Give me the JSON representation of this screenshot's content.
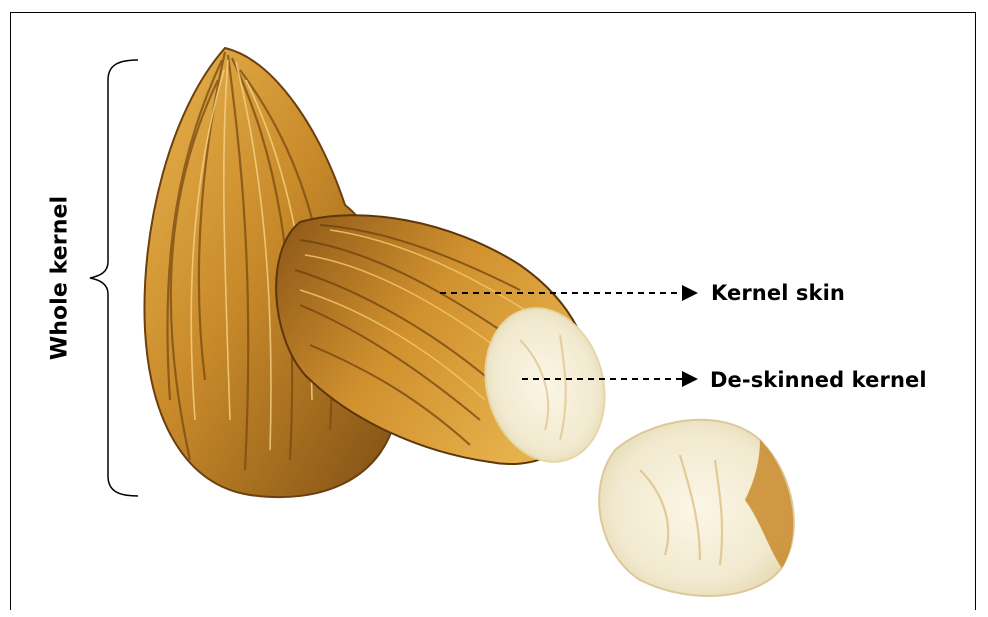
{
  "diagram": {
    "labels": {
      "whole_kernel": "Whole kernel",
      "kernel_skin": "Kernel skin",
      "deskinned_kernel": "De-skinned kernel"
    },
    "colors": {
      "skin_dark": "#7a4a12",
      "skin_mid": "#c27f22",
      "skin_light": "#e9b652",
      "kernel_flesh": "#f6f1de",
      "arrow": "#000000"
    }
  }
}
